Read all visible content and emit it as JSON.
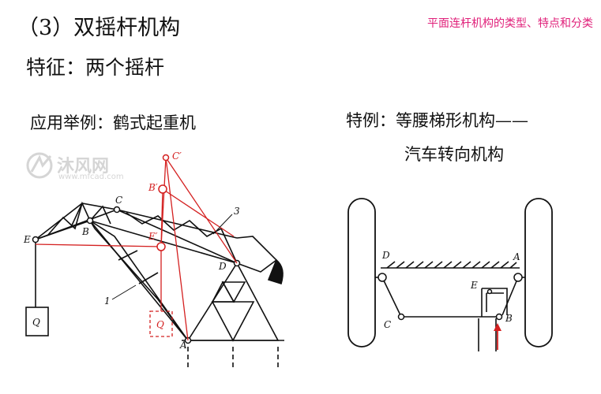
{
  "header": {
    "title": "（3）双摇杆机构",
    "top_right": "平面连杆机构的类型、特点和分类"
  },
  "feature": "特征：两个摇杆",
  "example": "应用举例：鹤式起重机",
  "special": {
    "line1": "特例：等腰梯形机构——",
    "line2": "汽车转向机构"
  },
  "watermark": {
    "text": "沐风网",
    "url": "www.mfcad.com"
  },
  "crane_labels": {
    "C_prime": "C′",
    "B_prime": "B′",
    "C": "C",
    "E": "E",
    "B": "B",
    "E_prime": "E′",
    "three": "3",
    "D": "D",
    "one": "1",
    "Q": "Q",
    "Q_red": "Q",
    "A": "A"
  },
  "steering_labels": {
    "D": "D",
    "A": "A",
    "E": "E",
    "C": "C",
    "B": "B"
  },
  "colors": {
    "accent_pink": "#e0207a",
    "red": "#d42020"
  }
}
